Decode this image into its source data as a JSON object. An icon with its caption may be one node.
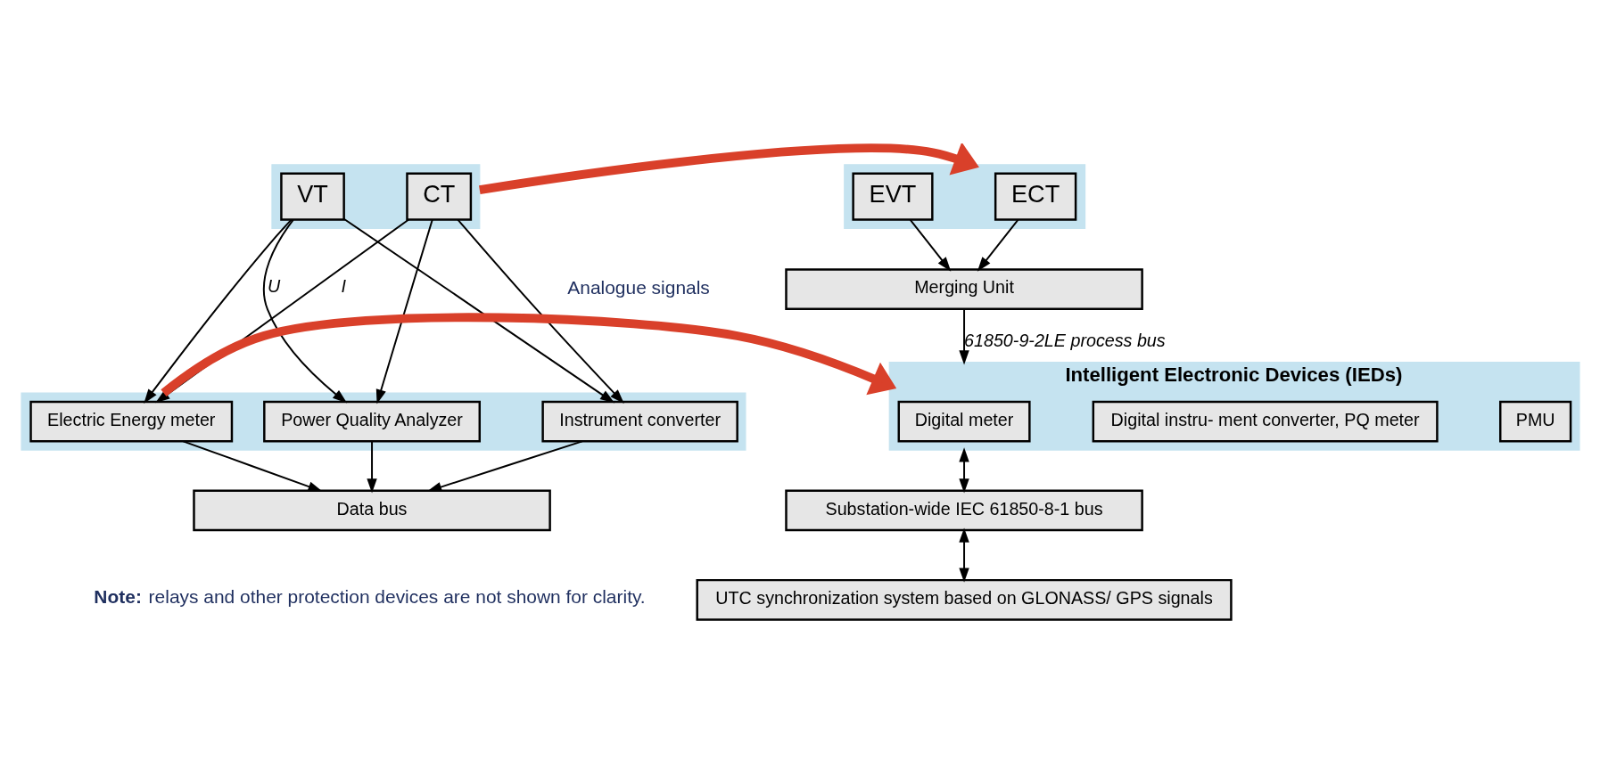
{
  "diagram": {
    "nodes": [
      {
        "text": [],
        "shape": "box"
      },
      {
        "text": [
          "CT"
        ],
        "in": 0
      },
      {
        "text": [
          "VT"
        ],
        "in": 0
      },
      {
        "text": [],
        "shape": "box"
      },
      {
        "text": [
          "ECT"
        ],
        "in": 3
      },
      {
        "text": [
          "EVT"
        ],
        "in": 3
      },
      {
        "text": [
          "Merging Unit"
        ]
      },
      {
        "text": [],
        "shape": "box"
      },
      {
        "text": [
          "Electric Energy meter"
        ],
        "in": 7
      },
      {
        "text": [
          "Instrument converter"
        ],
        "in": 7
      },
      {
        "text": [
          "Power Quality Analyzer"
        ],
        "in": 7
      },
      {
        "text": [
          "Intelligent Electronic Devices (IEDs)"
        ]
      },
      {
        "text": [
          "Digital meter"
        ],
        "in": 11
      },
      {
        "text": [
          "Digital instru- ment converter, PQ meter"
        ],
        "in": 11
      },
      {
        "text": [
          "PMU"
        ],
        "in": 11
      },
      {
        "text": [
          "Data bus"
        ]
      },
      {
        "text": [
          "Substation-wide IEC 61850-8-1 bus"
        ]
      },
      {
        "text": [
          "UTC synchronization system based on GLONASS/ GPS signals"
        ]
      }
    ],
    "edges": [
      {
        "from": 0,
        "to": 3,
        "arrow": "to",
        "style": "thick",
        "color": "#d9402a"
      },
      {
        "from": 1,
        "to": 8,
        "arrow": "to",
        "label": "I"
      },
      {
        "from": 1,
        "to": 9,
        "arrow": "to"
      },
      {
        "from": 1,
        "to": 10,
        "arrow": "to"
      },
      {
        "from": 2,
        "to": 8,
        "arrow": "to"
      },
      {
        "from": 2,
        "to": 9,
        "arrow": "to"
      },
      {
        "from": 2,
        "to": 10,
        "arrow": "to",
        "label": "U"
      },
      {
        "from": 4,
        "to": 6,
        "arrow": "to"
      },
      {
        "from": 5,
        "to": 6,
        "arrow": "to"
      },
      {
        "from": 6,
        "to": 11,
        "arrow": "to",
        "label": "61850-9-2LE process bus"
      },
      {
        "from": 7,
        "to": 11,
        "arrow": "to",
        "style": "thick",
        "color": "#d9402a"
      },
      {
        "from": 8,
        "to": 15,
        "arrow": "to"
      },
      {
        "from": 9,
        "to": 15,
        "arrow": "to"
      },
      {
        "from": 10,
        "to": 15,
        "arrow": "to"
      },
      {
        "from": 11,
        "to": 16,
        "arrow": "both"
      },
      {
        "from": 16,
        "to": 17,
        "arrow": "both"
      }
    ],
    "labels": [
      "Analogue signals",
      "**Note:** relays and other protection devices are not shown for clarity."
    ]
  }
}
